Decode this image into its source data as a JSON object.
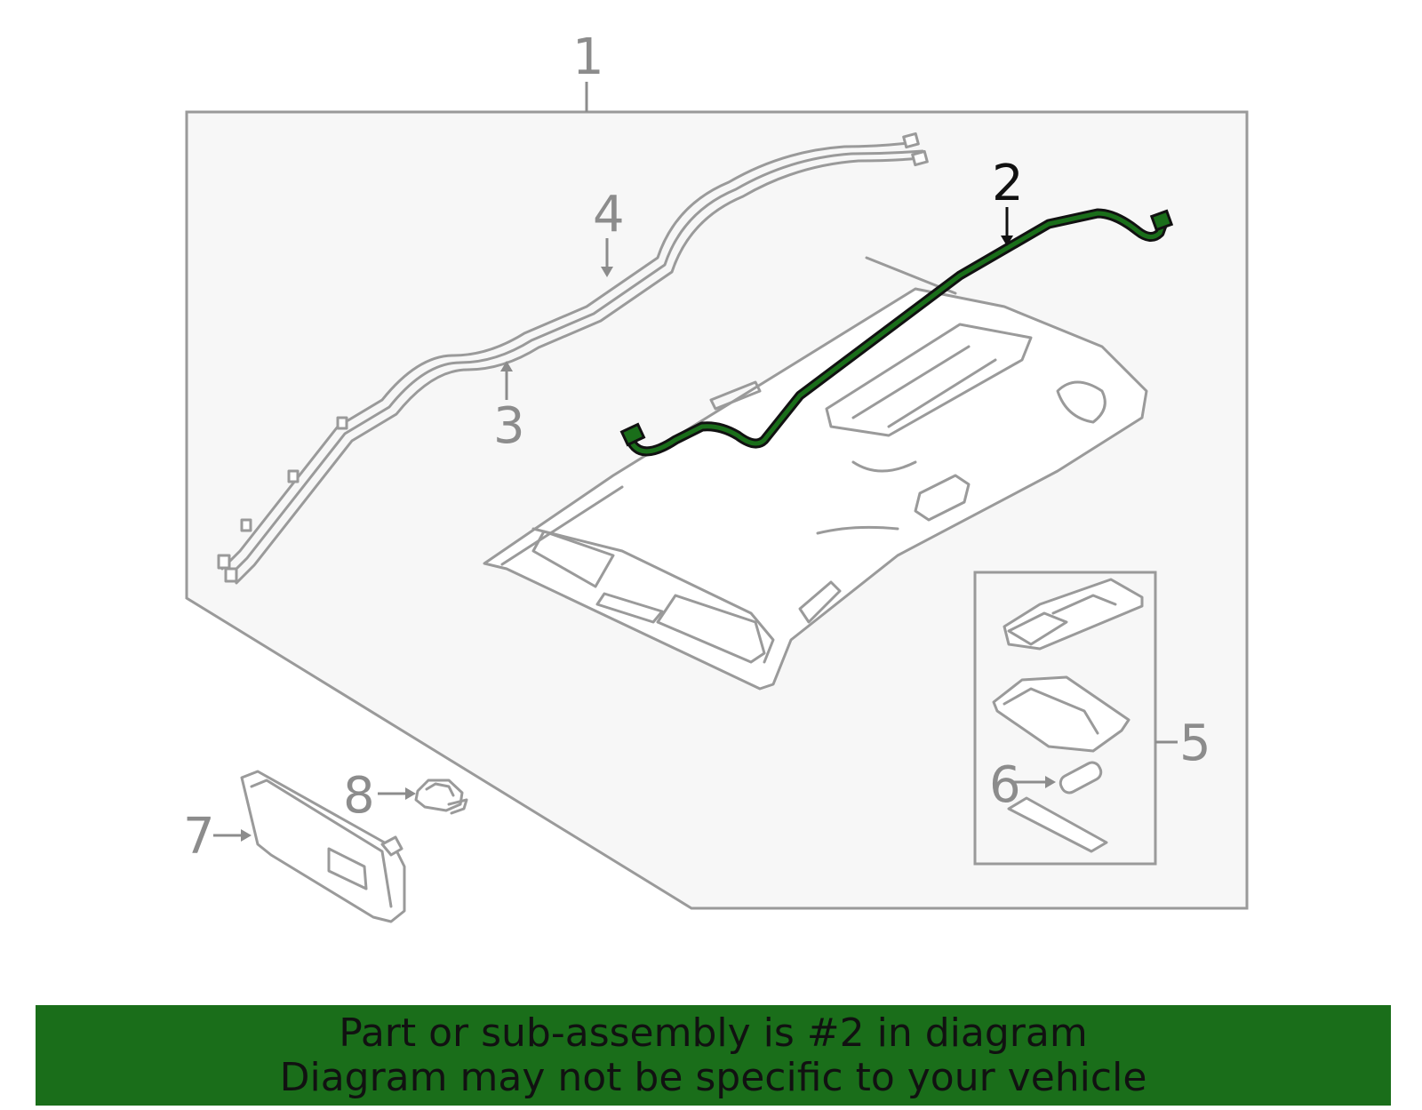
{
  "diagram": {
    "callouts": {
      "c1": "1",
      "c2": "2",
      "c3": "3",
      "c4": "4",
      "c5": "5",
      "c6": "6",
      "c7": "7",
      "c8": "8"
    },
    "highlighted_part": "2",
    "colors": {
      "highlight": "#1a6e1a",
      "line": "#9a9a9a",
      "panel": "#f7f7f7"
    }
  },
  "banner": {
    "line1": "Part or sub-assembly is #2 in diagram",
    "line2": "Diagram may not be specific to your vehicle"
  }
}
